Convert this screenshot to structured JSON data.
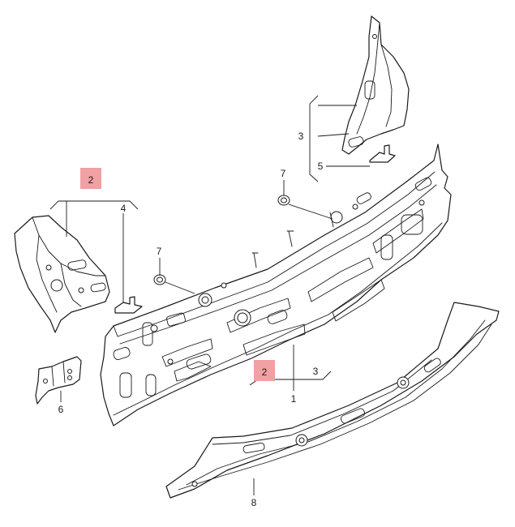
{
  "colors": {
    "line": "#1a1a1a",
    "background": "#ffffff",
    "highlight": "#f1a0a3"
  },
  "callouts": {
    "c1": "1",
    "c2_upper": "2",
    "c2_lower": "2",
    "c3_right": "3",
    "c3_lower": "3",
    "c4": "4",
    "c5": "5",
    "c6": "6",
    "c7_left": "7",
    "c7_right": "7",
    "c8": "8"
  }
}
